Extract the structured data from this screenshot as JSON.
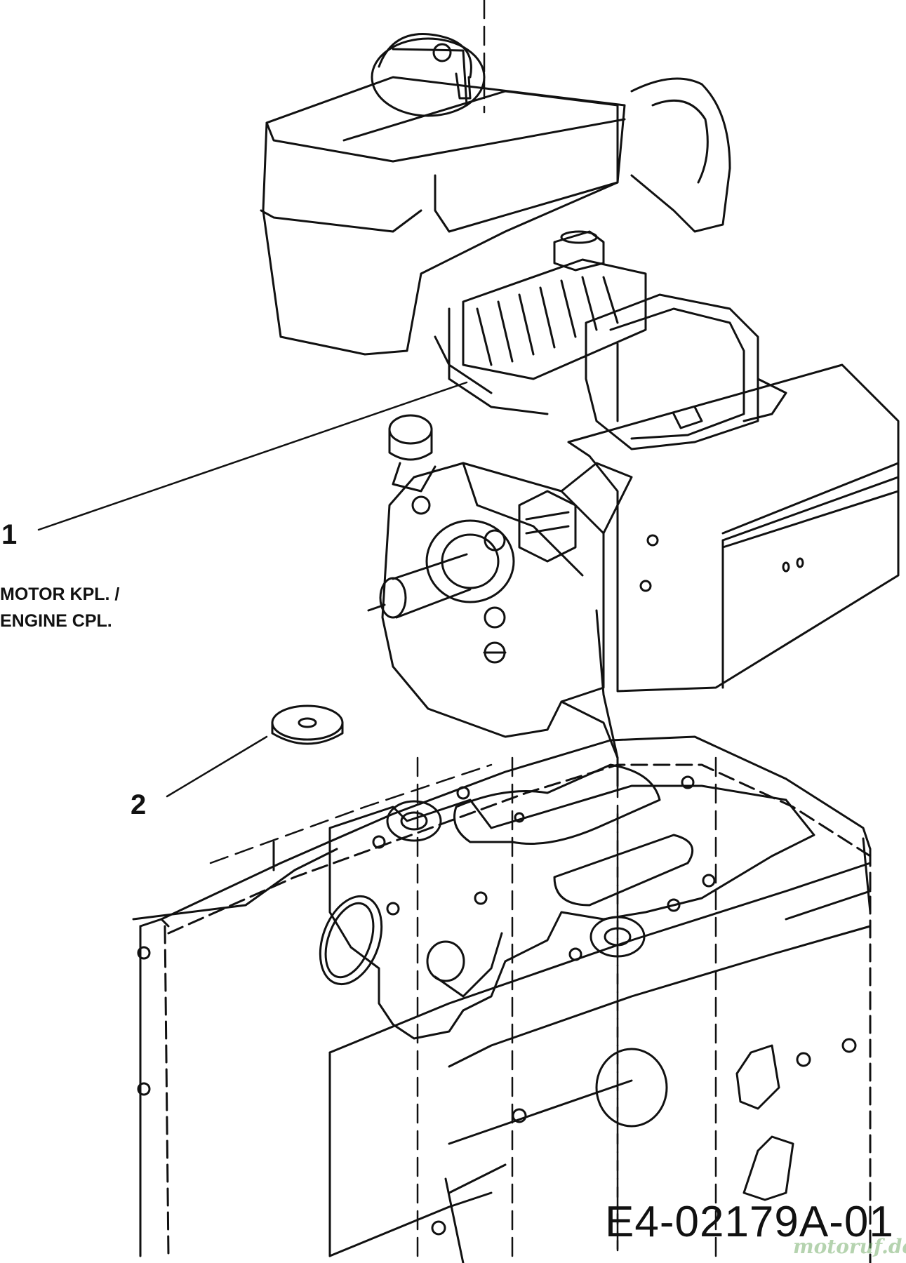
{
  "callouts": [
    {
      "number": "1",
      "label_line1": "MOTOR KPL. /",
      "label_line2": "ENGINE CPL."
    },
    {
      "number": "2"
    }
  ],
  "drawing_code": "E4-02179A-01",
  "watermark": "motoruf.de",
  "colors": {
    "line": "#111111",
    "background": "#ffffff",
    "watermark": "#7ab06e"
  }
}
